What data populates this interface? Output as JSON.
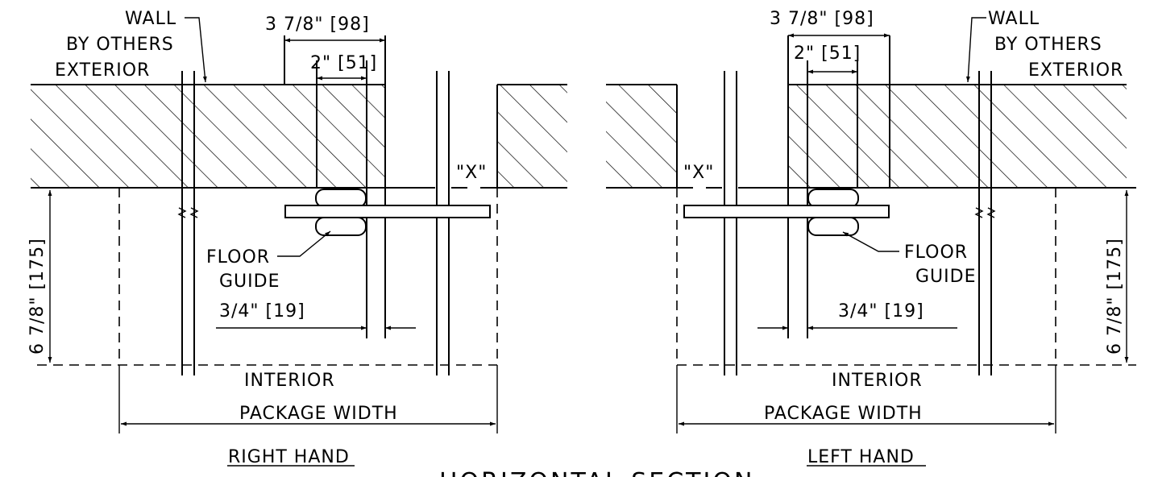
{
  "diagram": {
    "right_hand": {
      "label": "RIGHT HAND",
      "wall_label_1": "WALL",
      "wall_label_2": "BY OTHERS",
      "wall_label_3": "EXTERIOR",
      "interior_label": "INTERIOR",
      "dim_98": "3 7/8\" [98]",
      "dim_51": "2\" [51]",
      "dim_19": "3/4\" [19]",
      "dim_175": "6 7/8\" [175]",
      "x_label": "\"X\"",
      "floor_guide_1": "FLOOR",
      "floor_guide_2": "GUIDE",
      "package_width": "PACKAGE WIDTH"
    },
    "left_hand": {
      "label": "LEFT HAND",
      "wall_label_1": "WALL",
      "wall_label_2": "BY OTHERS",
      "wall_label_3": "EXTERIOR",
      "interior_label": "INTERIOR",
      "dim_98": "3 7/8\" [98]",
      "dim_51": "2\" [51]",
      "dim_19": "3/4\" [19]",
      "dim_175": "6 7/8\" [175]",
      "x_label": "\"X\"",
      "floor_guide_1": "FLOOR",
      "floor_guide_2": "GUIDE",
      "package_width": "PACKAGE WIDTH"
    },
    "title": "HORIZONTAL SECTION"
  }
}
